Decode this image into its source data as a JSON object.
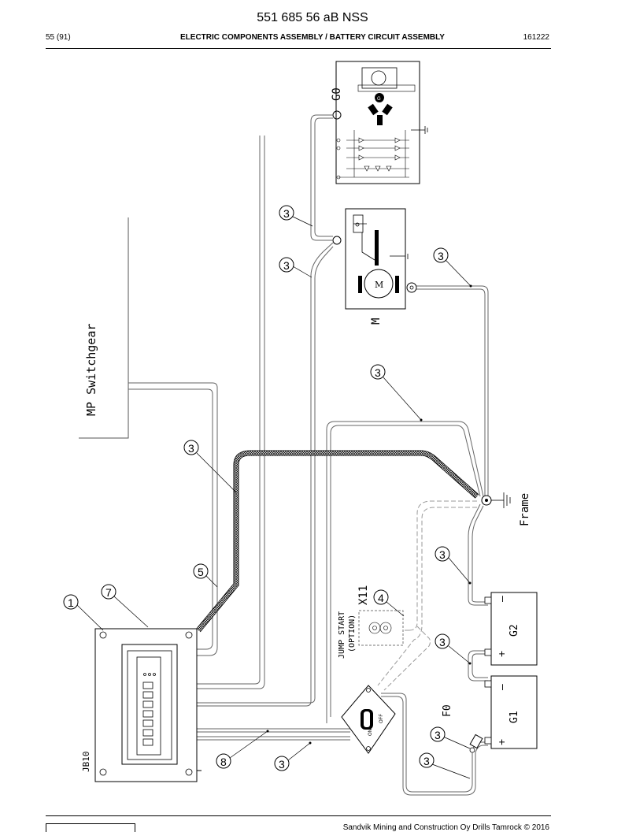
{
  "header": {
    "doc_number": "551 685 56 aB NSS",
    "page": "55 (91)",
    "section": "ELECTRIC COMPONENTS ASSEMBLY / BATTERY CIRCUIT ASSEMBLY",
    "date": "161222"
  },
  "footer": {
    "copyright": "Sandvik Mining and Construction Oy Drills Tamrock © 2016"
  },
  "labels": {
    "mp_switchgear": "MP Switchgear",
    "frame": "Frame",
    "jump_start": "JUMP START",
    "option": "(OPTION)",
    "x11": "X11",
    "jb10": "JB10",
    "g0": "G0",
    "m": "M",
    "g1": "G1",
    "g2": "G2",
    "f0": "F0",
    "motor_symbol": "M",
    "generator_symbol": "G",
    "plus": "+",
    "minus": "–",
    "off": "OFF",
    "on": "ON"
  },
  "callouts": {
    "c1": "1",
    "c7": "7",
    "c5": "5",
    "c3": "3",
    "c4": "4",
    "c8": "8"
  },
  "icons": {
    "ground": "ground-icon",
    "diode": "diode-icon"
  }
}
